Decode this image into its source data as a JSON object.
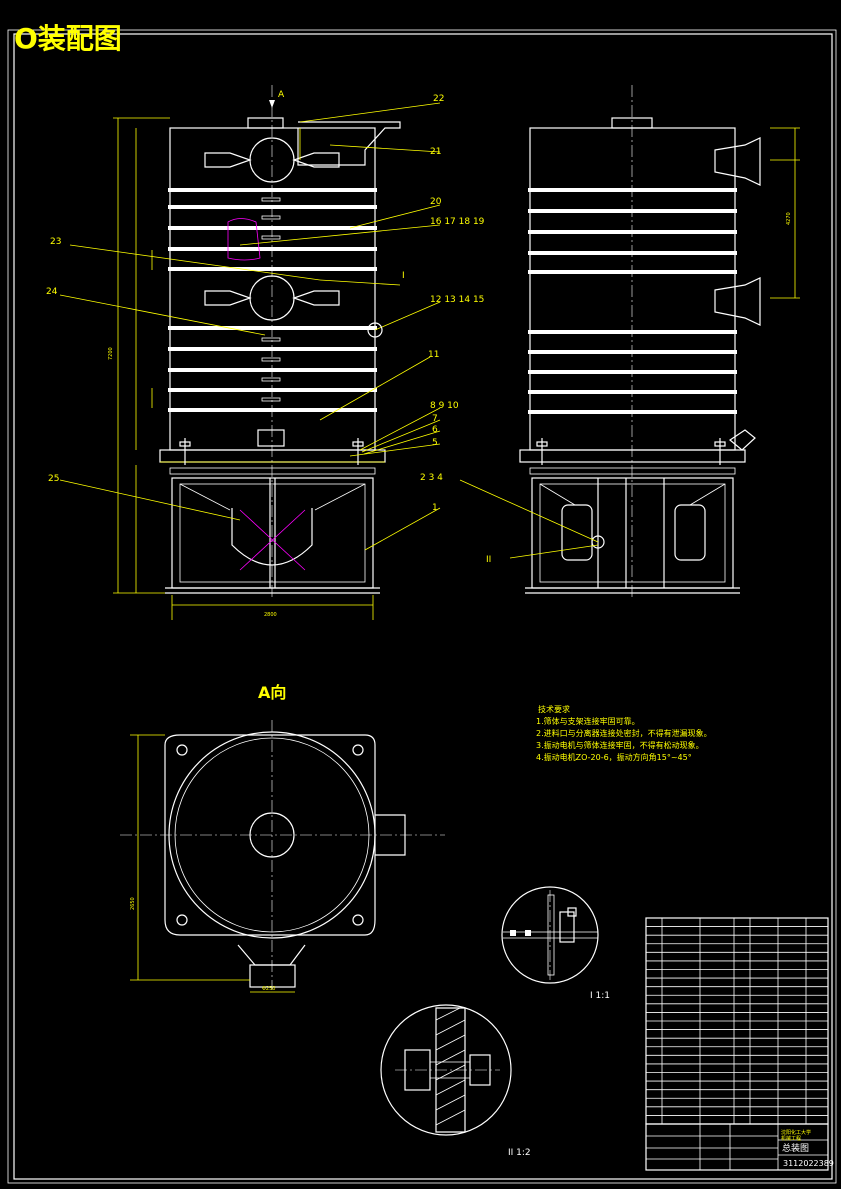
{
  "title": "O装配图",
  "view_a_label": "A向",
  "arrow_a_label": "A",
  "detail_1_label": "I  1:1",
  "detail_2_label": "II   1:2",
  "callouts": [
    "22",
    "21",
    "20",
    "16 17 18 19",
    "23",
    "I",
    "12 13 14 15",
    "24",
    "11",
    "8 9 10",
    "7",
    "6",
    "5",
    "2 3 4",
    "1",
    "25",
    "II"
  ],
  "dimensions": {
    "overall_height": "7200",
    "base_width": "2800",
    "right_height": "4270",
    "a_view_height": "2650",
    "outlet": "Φ250"
  },
  "technical_notes": {
    "heading": "技术要求",
    "items": [
      "1.筛体与支架连接牢固可靠。",
      "2.进料口与分离器连接处密封，不得有泄漏现象。",
      "3.振动电机与筛体连接牢固，不得有松动现象。",
      "4.振动电机ZO-20-6，振动方向角15°~45°"
    ]
  },
  "title_block": {
    "company": "沈阳化工大学",
    "dept": "机械工程",
    "drawing_name": "总装图",
    "drawing_no": "3112022389"
  },
  "parts_rows": 24,
  "colors": {
    "yellow": "#ffff00",
    "white": "#ffffff",
    "magenta": "#ff00ff",
    "red": "#ff3333",
    "green": "#00ff00"
  }
}
